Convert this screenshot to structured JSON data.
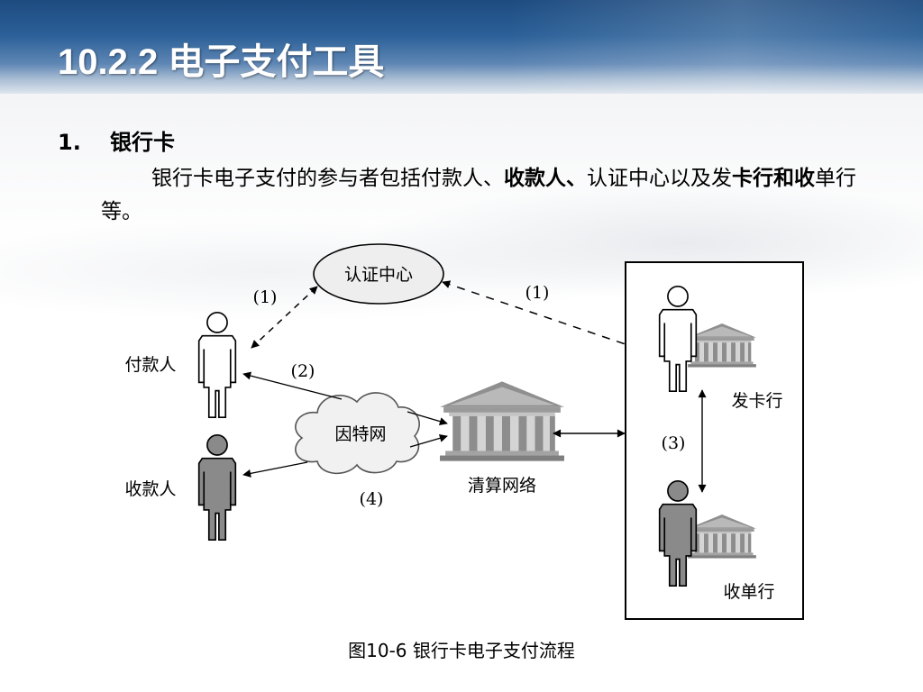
{
  "slide": {
    "title": "10.2.2   电子支付工具",
    "section_number": "1.",
    "section_title": "银行卡",
    "paragraph": {
      "part1": "银行卡电子支付的参与者包括付款人、",
      "bold1": "收款人、",
      "part2": "认证中心以及发",
      "bold2": "卡行和收",
      "part3": "单行等。"
    },
    "caption": "图10-6  银行卡电子支付流程"
  },
  "diagram": {
    "nodes": {
      "ca": "认证中心",
      "payer": "付款人",
      "payee": "收款人",
      "internet": "因特网",
      "clearing": "清算网络",
      "issuer": "发卡行",
      "acquirer": "收单行"
    },
    "steps": {
      "step1_left": "(1)",
      "step1_right": "(1)",
      "step2": "(2)",
      "step3": "(3)",
      "step4": "(4)"
    }
  }
}
